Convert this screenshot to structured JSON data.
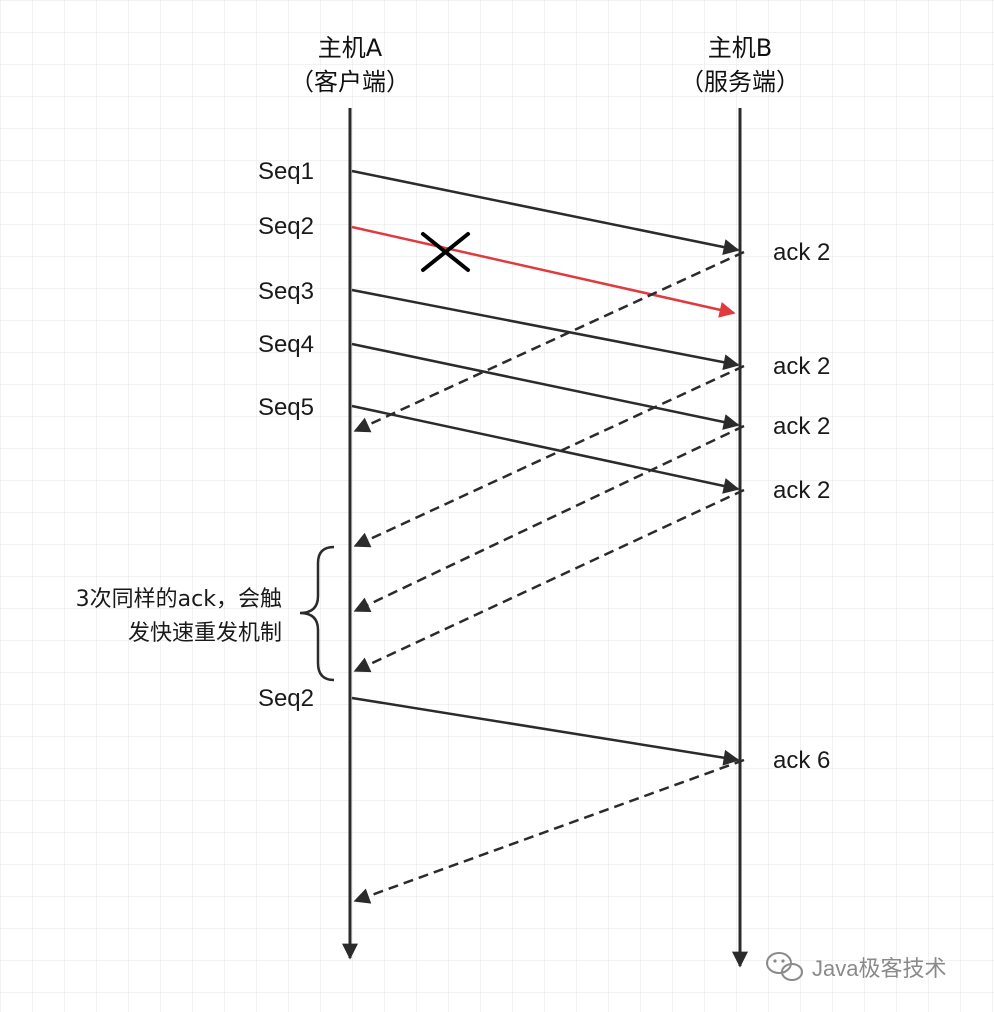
{
  "hosts": {
    "a": {
      "name": "主机A",
      "role": "（客户端）"
    },
    "b": {
      "name": "主机B",
      "role": "（服务端）"
    }
  },
  "segments": [
    {
      "label": "Seq1",
      "lost": false
    },
    {
      "label": "Seq2",
      "lost": true
    },
    {
      "label": "Seq3",
      "lost": false
    },
    {
      "label": "Seq4",
      "lost": false
    },
    {
      "label": "Seq5",
      "lost": false
    },
    {
      "label": "Seq2",
      "lost": false
    }
  ],
  "acks": [
    "ack 2",
    "ack 2",
    "ack 2",
    "ack 2",
    "ack 6"
  ],
  "annotation": {
    "line1": "3次同样的ack，会触",
    "line2": "发快速重发机制"
  },
  "watermark": "Java极客技术",
  "colors": {
    "line": "#2b2b2b",
    "lost": "#e0393e",
    "cross": "#000000",
    "grid": "#e6e6e6"
  }
}
